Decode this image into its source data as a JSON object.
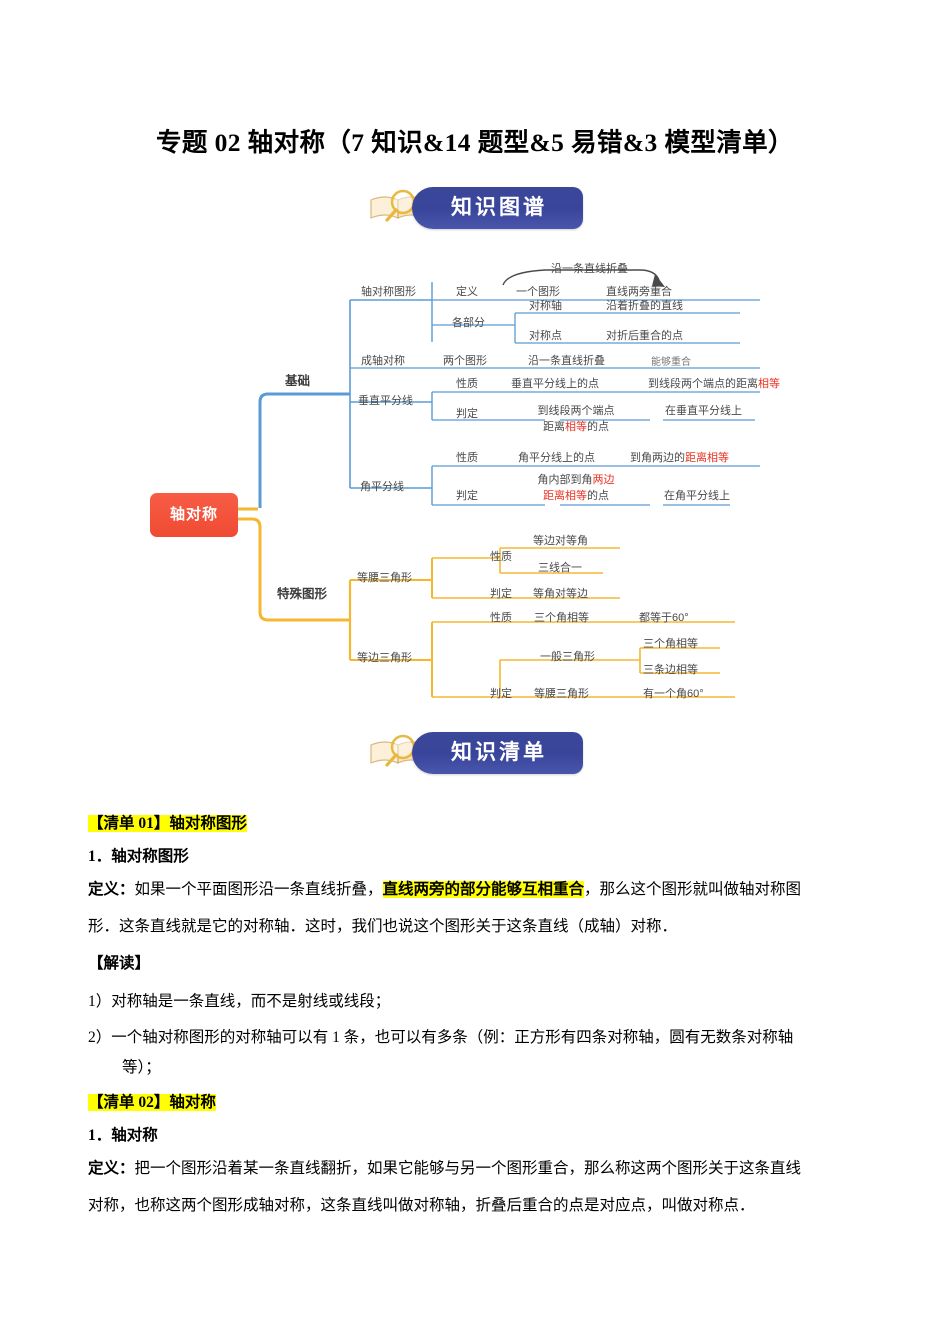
{
  "document": {
    "title": "专题 02  轴对称（7 知识&14 题型&5 易错&3 模型清单）"
  },
  "banners": [
    {
      "label": "知识图谱",
      "icon": "book-magnifier-icon",
      "plate_color": "#3b4799",
      "accent_color": "#e8d49a"
    },
    {
      "label": "知识清单",
      "icon": "book-magnifier-icon",
      "plate_color": "#3b4799",
      "accent_color": "#e8d49a"
    }
  ],
  "mindmap": {
    "root": {
      "label": "轴对称",
      "color": "#ef4b33"
    },
    "branch_basics": {
      "label": "基础",
      "color": "#5b9bd5",
      "nodes": {
        "axial_figure": "轴对称图形",
        "definition": "定义",
        "one_figure": "一个图形",
        "fold_along_line": "沿一条直线折叠",
        "overlap_both_sides": "直线两旁重合",
        "parts": "各部分",
        "axis_of_symmetry": "对称轴",
        "line_folded_along": "沿着折叠的直线",
        "symmetric_point": "对称点",
        "point_after_fold": "对折后重合的点",
        "axial_symmetry": "成轴对称",
        "two_figures": "两个图形",
        "fold_along_line2": "沿一条直线折叠",
        "can_coincide": "能够重合",
        "perp_bisector": "垂直平分线",
        "property": "性质",
        "point_on_perp_bisector": "垂直平分线上的点",
        "dist_to_endpoints_pre": "到线段两个端点的距离",
        "dist_to_endpoints_red": "相等",
        "judgement": "判定",
        "to_segment_endpoints": "到线段两个端点",
        "distance_pre": "距离",
        "distance_red": "相等",
        "distance_post": "的点",
        "on_perp_bisector": "在垂直平分线上",
        "angle_bisector": "角平分线",
        "property2": "性质",
        "point_on_angle_bisector": "角平分线上的点",
        "to_both_sides_pre": "到角两边的",
        "to_both_sides_red": "距离相等",
        "judgement2": "判定",
        "inside_angle_pre": "角内部到角",
        "inside_angle_red": "两边",
        "dist_equal_red": "距离相等",
        "dist_equal_post": "的点",
        "on_angle_bisector": "在角平分线上"
      }
    },
    "branch_special": {
      "label": "特殊图形",
      "color": "#f5b731",
      "nodes": {
        "isosceles": "等腰三角形",
        "property": "性质",
        "equal_sides_angles": "等边对等角",
        "three_lines_one": "三线合一",
        "judgement": "判定",
        "equal_angles_sides": "等角对等边",
        "equilateral": "等边三角形",
        "property2": "性质",
        "three_angles_equal": "三个角相等",
        "all_equal_60": "都等于60°",
        "judgement2": "判定",
        "general_triangle": "一般三角形",
        "three_angles_equal2": "三个角相等",
        "three_sides_equal": "三条边相等",
        "isosceles_triangle": "等腰三角形",
        "one_angle_60": "有一个角60°"
      }
    }
  },
  "content": {
    "list01": {
      "heading": "【清单 01】轴对称图形",
      "sub_heading": "1．轴对称图形",
      "definition_label": "定义：",
      "definition_part1": "如果一个平面图形沿一条直线折叠，",
      "definition_highlight": "直线两旁的部分能够互相重合",
      "definition_part2": "，那么这个图形就叫做轴对称图",
      "definition_line2": "形．这条直线就是它的对称轴．这时，我们也说这个图形关于这条直线（成轴）对称．",
      "interpretation_label": "【解读】",
      "point1": "1）对称轴是一条直线，而不是射线或线段；",
      "point2": "2）一个轴对称图形的对称轴可以有 1 条，也可以有多条（例：正方形有四条对称轴，圆有无数条对称轴",
      "point2_cont": "等）；"
    },
    "list02": {
      "heading": "【清单 02】轴对称",
      "sub_heading": "1．轴对称",
      "definition_label": "定义：",
      "definition_line1": "把一个图形沿着某一条直线翻折，如果它能够与另一个图形重合，那么称这两个图形关于这条直线",
      "definition_line2": "对称，也称这两个图形成轴对称，这条直线叫做对称轴，折叠后重合的点是对应点，叫做对称点．"
    }
  }
}
